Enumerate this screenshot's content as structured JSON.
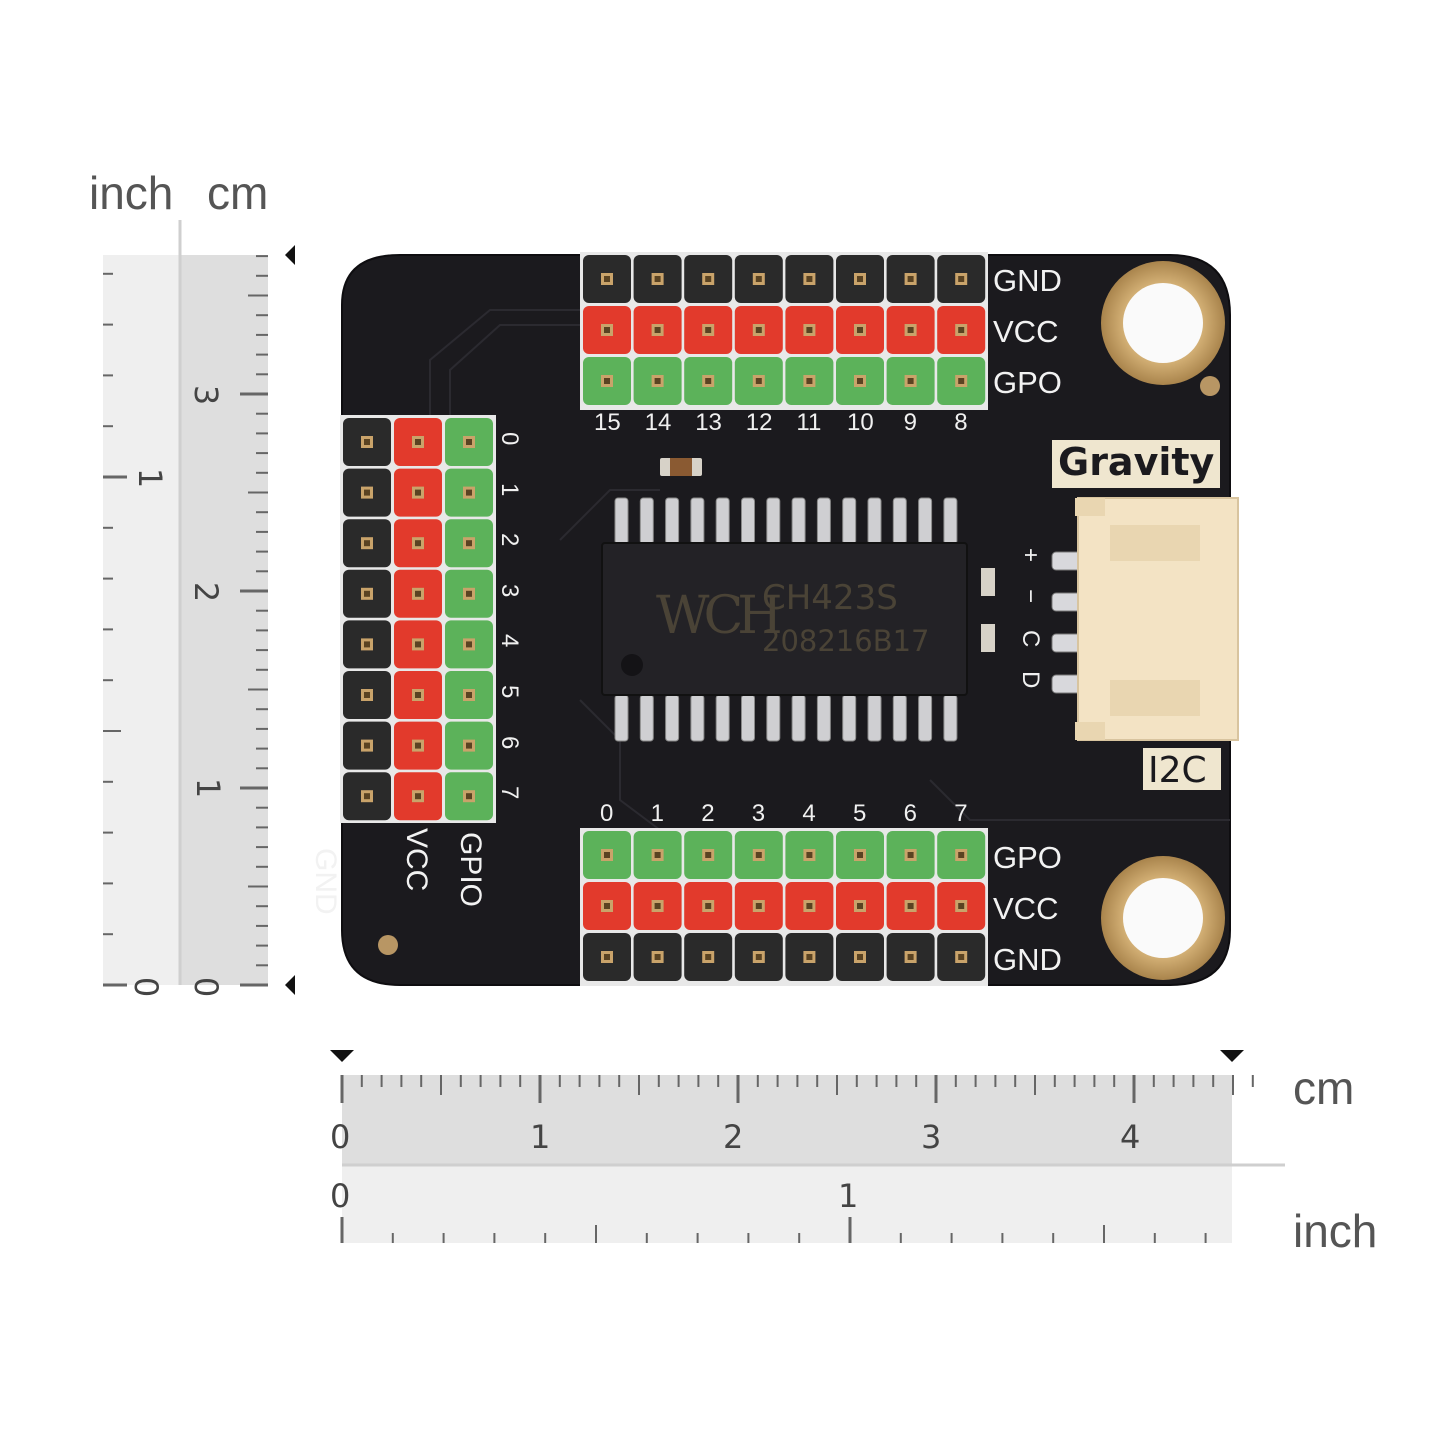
{
  "vertical_ruler": {
    "unit_left": "inch",
    "unit_right": "cm",
    "inch_ticks": [
      "0",
      "1"
    ],
    "cm_ticks": [
      "0",
      "1",
      "2",
      "3"
    ]
  },
  "horizontal_ruler": {
    "unit_top": "cm",
    "unit_bottom": "inch",
    "cm_ticks": [
      "0",
      "1",
      "2",
      "3",
      "4"
    ],
    "inch_ticks": [
      "0",
      "1"
    ]
  },
  "board": {
    "color": "#1b1a1e",
    "brand_label": "Gravity",
    "bus_label": "I2C",
    "chip": {
      "logo": "WCH",
      "part_number": "CH423S",
      "date_code": "208216B17"
    },
    "top_header": {
      "row_labels": [
        "GND",
        "VCC",
        "GPO"
      ],
      "pin_numbers": [
        "15",
        "14",
        "13",
        "12",
        "11",
        "10",
        "9",
        "8"
      ]
    },
    "bottom_header": {
      "row_labels": [
        "GPO",
        "VCC",
        "GND"
      ],
      "pin_numbers": [
        "0",
        "1",
        "2",
        "3",
        "4",
        "5",
        "6",
        "7"
      ]
    },
    "left_header": {
      "column_labels": [
        "GND",
        "VCC",
        "GPIO"
      ],
      "pin_numbers": [
        "0",
        "1",
        "2",
        "3",
        "4",
        "5",
        "6",
        "7"
      ]
    },
    "connector_pins": [
      "+",
      "−",
      "C",
      "D"
    ],
    "colors": {
      "gnd_pin": "#2a2a2a",
      "vcc_pin": "#e23a2c",
      "gpio_pin": "#5cb25a",
      "connector": "#f3e3c4",
      "mounting_ring": "#c9a36a"
    }
  }
}
